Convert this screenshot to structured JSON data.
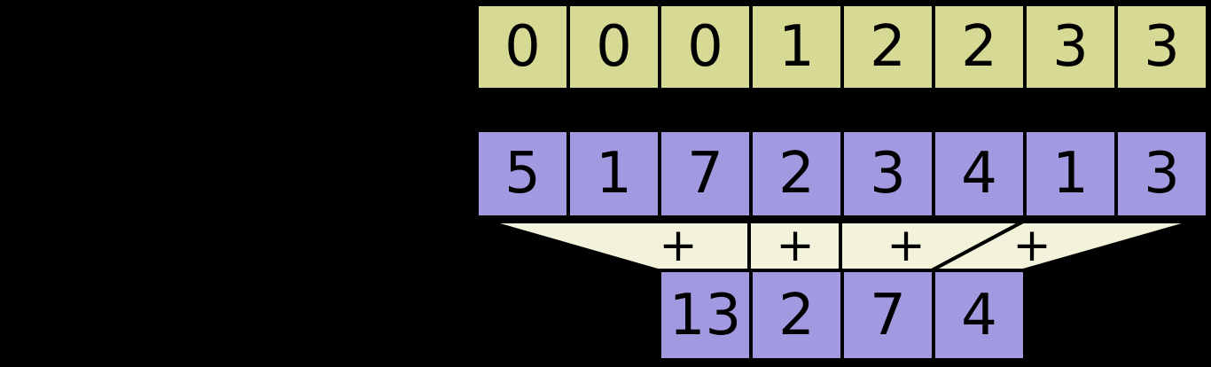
{
  "diagram": {
    "kind": "segmented-sum-diagram",
    "colors": {
      "background": "#000000",
      "flag_cell_fill": "#d7da95",
      "value_cell_fill": "#a29ae0",
      "funnel_fill": "#f2f3da",
      "border": "#000000",
      "text": "#000000"
    },
    "flags_row": {
      "cells": [
        "0",
        "0",
        "0",
        "1",
        "2",
        "2",
        "3",
        "3"
      ]
    },
    "values_row": {
      "cells": [
        "5",
        "1",
        "7",
        "2",
        "3",
        "4",
        "1",
        "3"
      ]
    },
    "operators": [
      "+",
      "+",
      "+",
      "+"
    ],
    "results_row": {
      "cells": [
        "13",
        "2",
        "7",
        "4"
      ]
    }
  }
}
